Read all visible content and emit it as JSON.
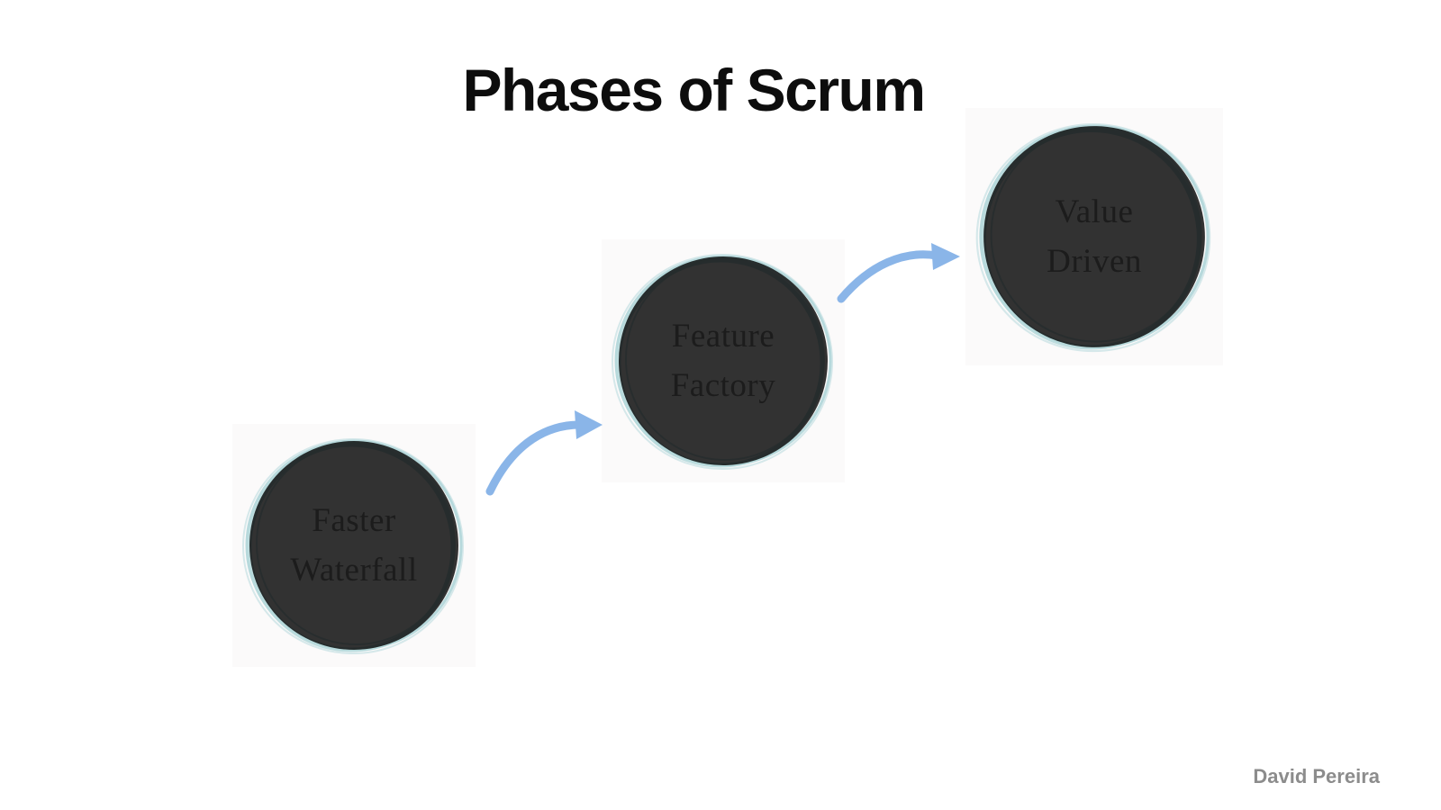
{
  "title": "Phases of Scrum",
  "attribution": "David Pereira",
  "nodes": [
    {
      "id": "faster-waterfall",
      "line1": "Faster",
      "line2": "Waterfall"
    },
    {
      "id": "feature-factory",
      "line1": "Feature",
      "line2": "Factory"
    },
    {
      "id": "value-driven",
      "line1": "Value",
      "line2": "Driven"
    }
  ],
  "colors": {
    "canvas_bg": "#ffffff",
    "node_bg": "#fbfafa",
    "circle_stroke": "#b7d9dc",
    "arrow": "#8ab5e8",
    "title_text": "#0d0d0d",
    "node_text": "#1c1c1c",
    "attribution_text": "#8c8c8c"
  }
}
